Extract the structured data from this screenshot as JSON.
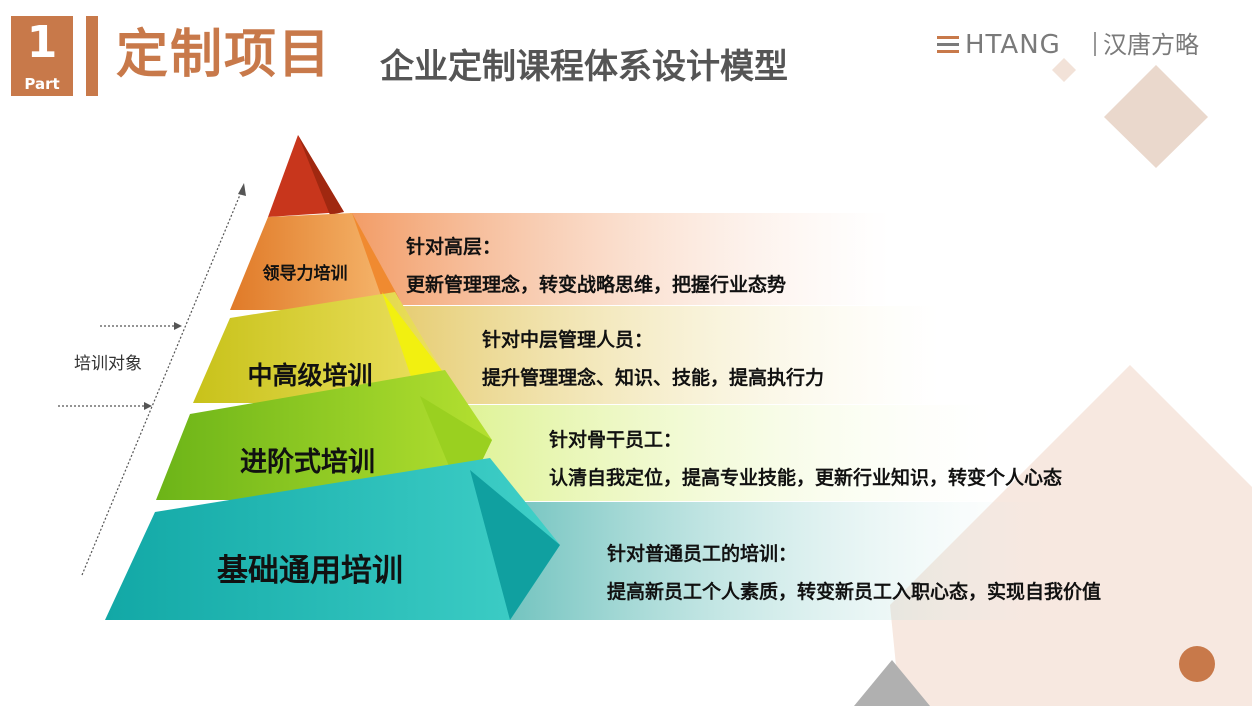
{
  "header": {
    "part_number": "1",
    "part_label": "Part",
    "section_title": "定制项目",
    "main_title": "企业定制课程体系设计模型"
  },
  "logo": {
    "brand_en": "HTANG",
    "brand_cn": "汉唐方略"
  },
  "side": {
    "target_label": "培训对象"
  },
  "pyramid": {
    "tiers": [
      {
        "label": "领导力培训",
        "desc_title": "针对高层：",
        "desc_body": "更新管理理念，转变战略思维，把握行业态势"
      },
      {
        "label": "中高级培训",
        "desc_title": "针对中层管理人员：",
        "desc_body": "提升管理理念、知识、技能，提高执行力"
      },
      {
        "label": "进阶式培训",
        "desc_title": "针对骨干员工：",
        "desc_body": "认清自我定位，提高专业技能，更新行业知识，转变个人心态"
      },
      {
        "label": "基础通用培训",
        "desc_title": "针对普通员工的培训：",
        "desc_body": "提高新员工个人素质，转变新员工入职心态，实现自我价值"
      }
    ]
  },
  "colors": {
    "accent": "#c8794a",
    "tier1": "#e8893a",
    "tier2": "#d4cc1a",
    "tier3": "#8cc81a",
    "tier4": "#1fb5b0",
    "apex": "#c8361c"
  }
}
